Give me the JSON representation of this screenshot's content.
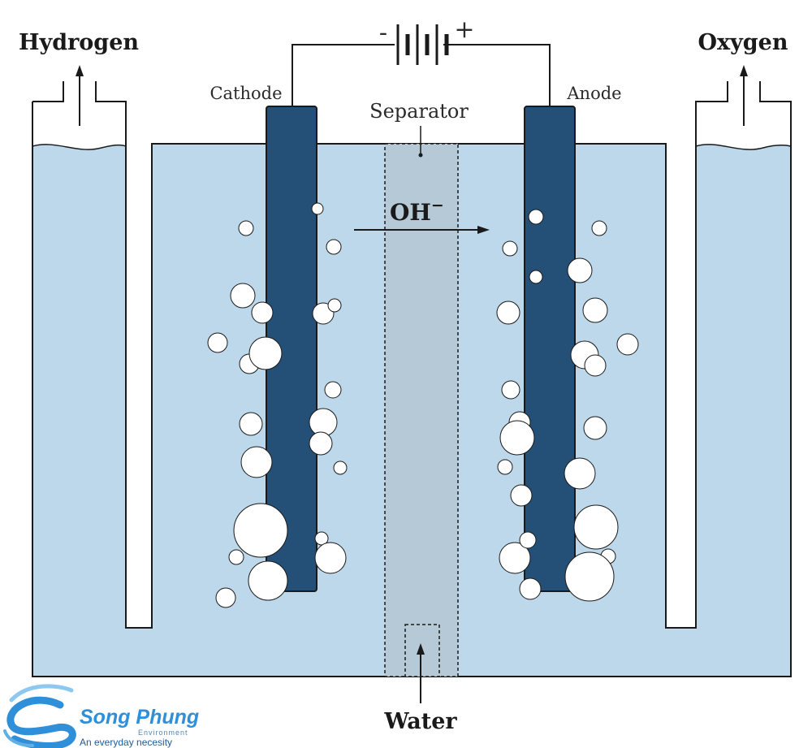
{
  "labels": {
    "hydrogen": "Hydrogen",
    "oxygen": "Oxygen",
    "cathode": "Cathode",
    "anode": "Anode",
    "separator": "Separator",
    "ion_base": "OH",
    "ion_charge": "−",
    "water": "Water",
    "battery_minus": "-",
    "battery_plus": "+"
  },
  "logo": {
    "name": "Song Phung",
    "subtitle": "Environment",
    "tagline": "An everyday necesity"
  },
  "colors": {
    "electrolyte": "#bcd8ea",
    "separator": "#b5c9d7",
    "electrode": "#244f77",
    "bubble": "#ffffff",
    "stroke": "#1a1a1a",
    "logo_primary": "#2f8fd8"
  }
}
